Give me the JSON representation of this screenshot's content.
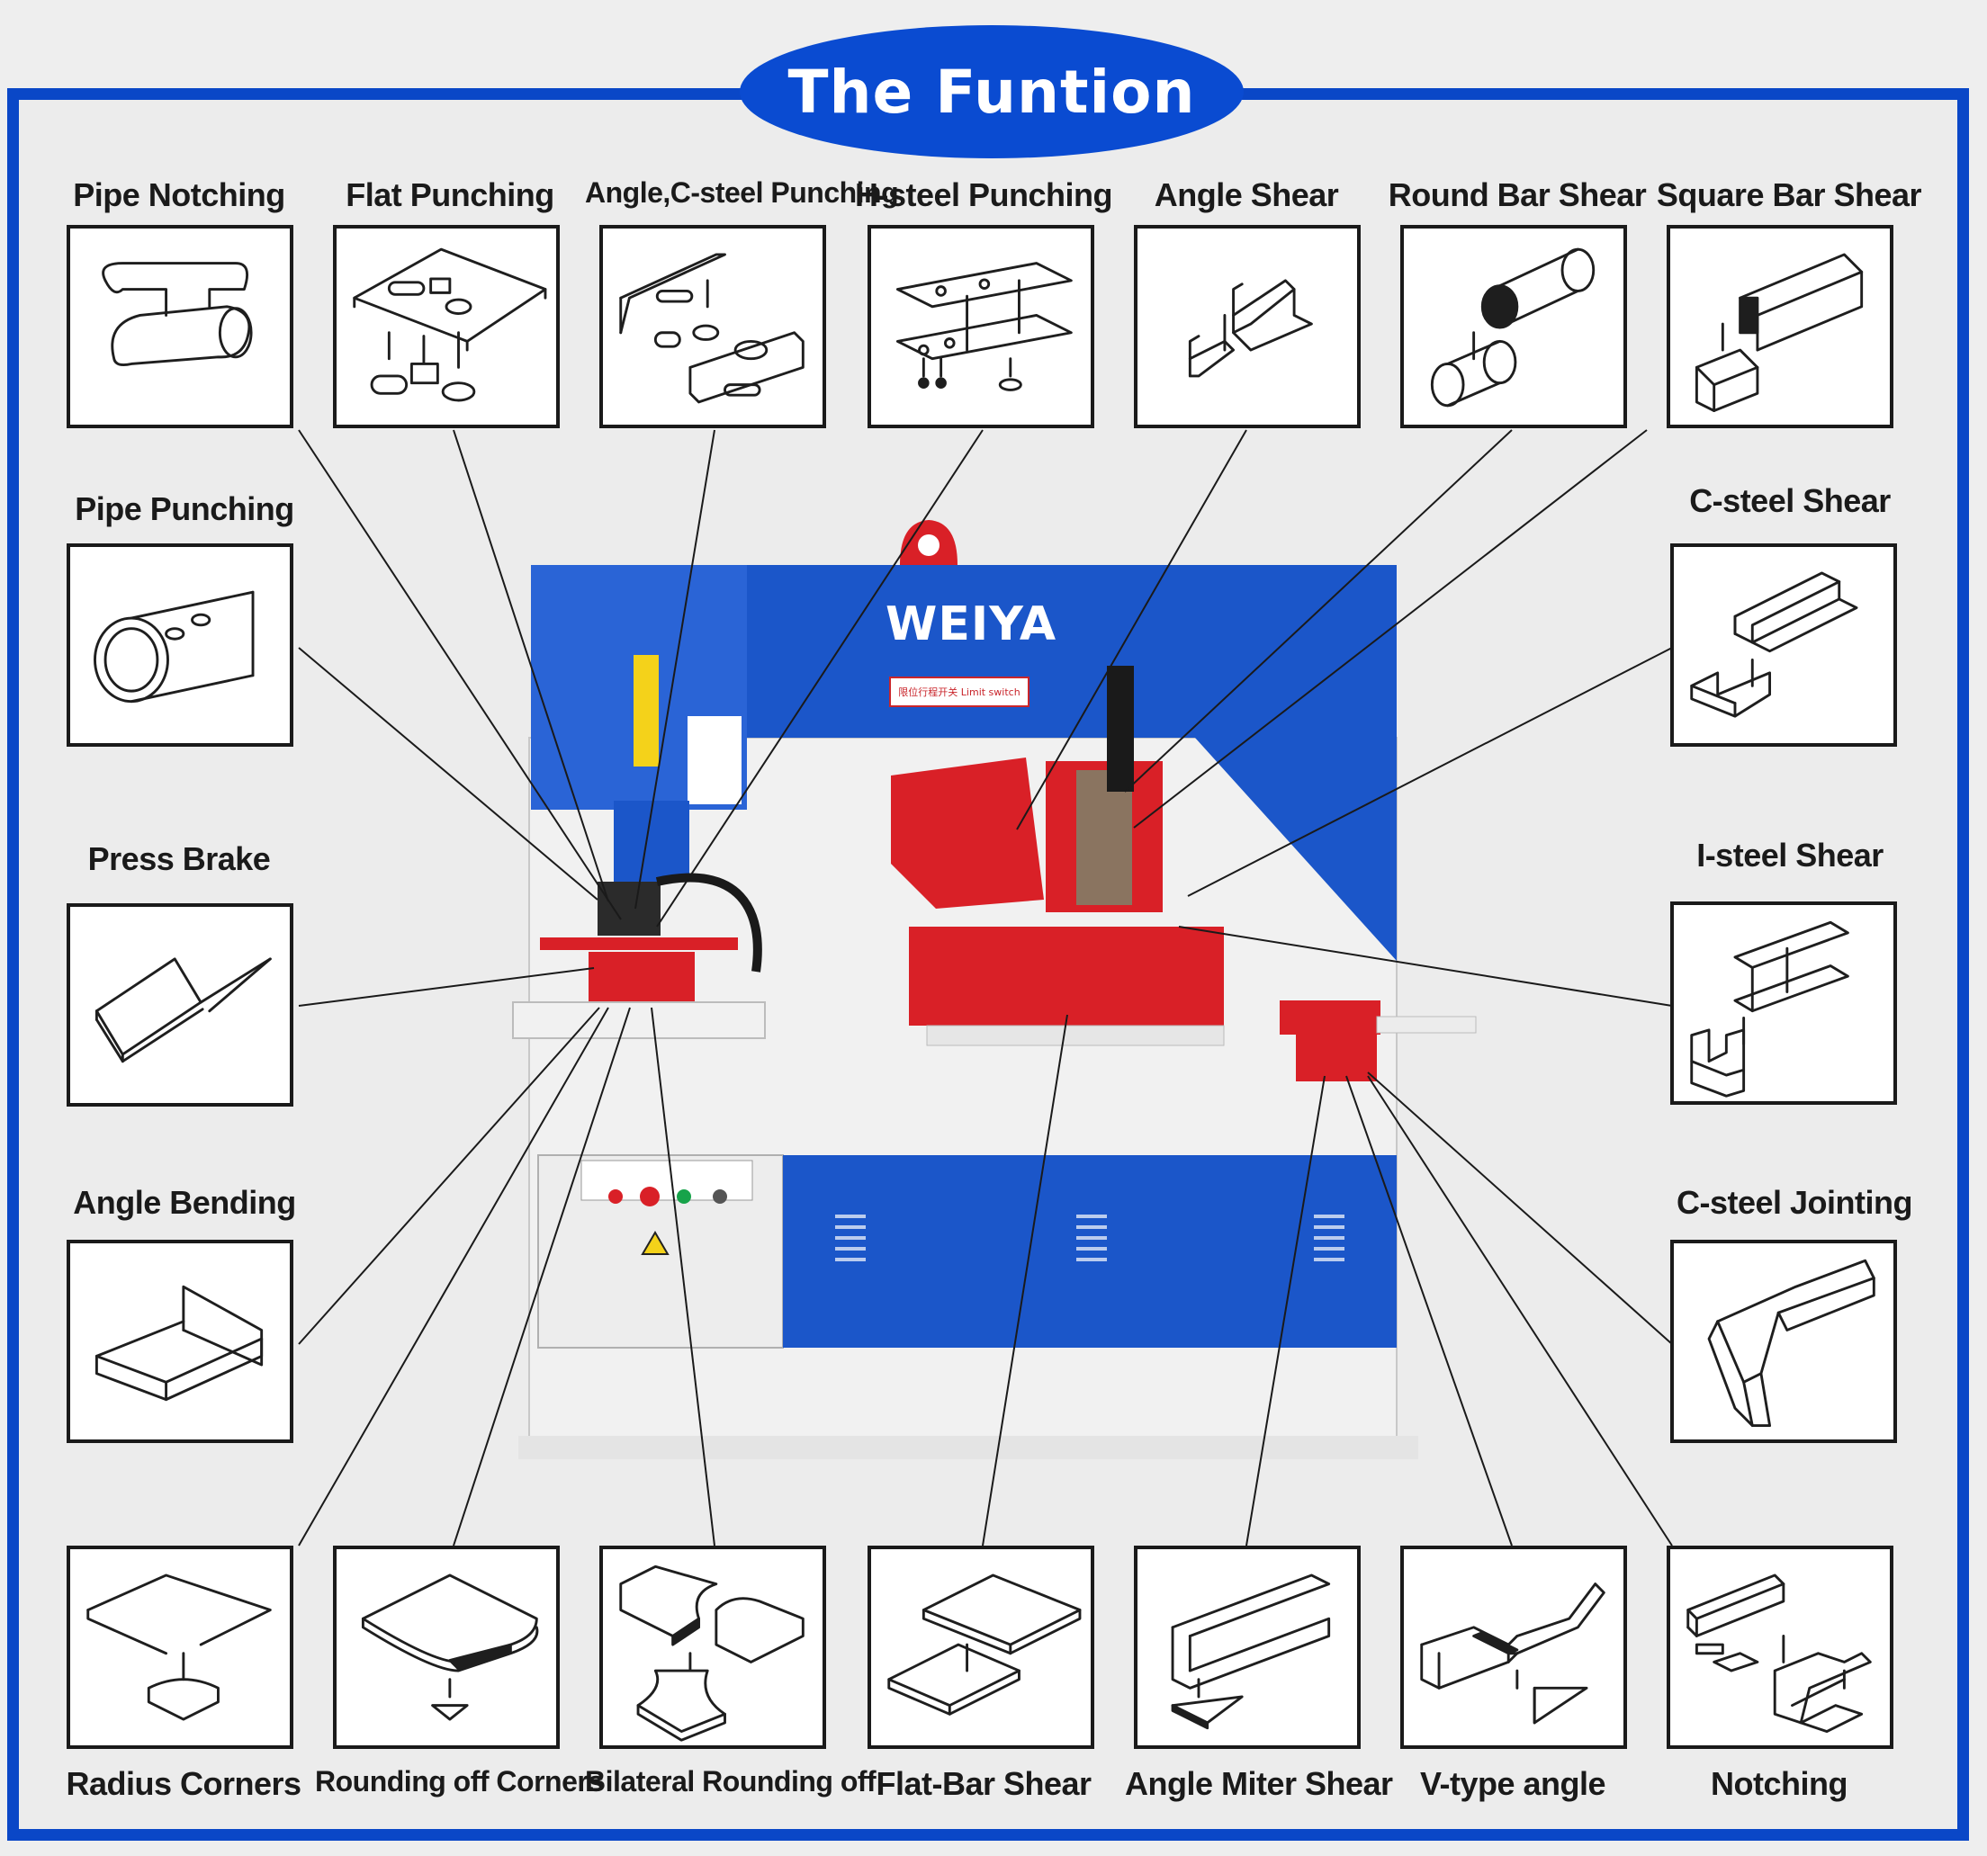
{
  "title": "The Funtion",
  "brand": "WEIYA",
  "machine_plate": "限位行程开关 Limit switch",
  "functions": {
    "top": [
      "Pipe Notching",
      "Flat Punching",
      "Angle,C-steel Punching",
      "H-steel Punching",
      "Angle Shear",
      "Round Bar Shear",
      "Square Bar Shear"
    ],
    "left": [
      "Pipe Punching",
      "Press Brake",
      "Angle Bending"
    ],
    "right": [
      "C-steel Shear",
      "I-steel Shear",
      "C-steel Jointing"
    ],
    "bottom": [
      "Radius Corners",
      "Rounding off Corners",
      "Bilateral Rounding off",
      "Flat-Bar Shear",
      "Angle Miter Shear",
      "V-type angle",
      "Notching"
    ]
  },
  "colors": {
    "frame_blue": "#0a47c7",
    "machine_blue": "#1b56c9",
    "machine_red": "#d92027",
    "machine_white": "#f1f1f1"
  }
}
